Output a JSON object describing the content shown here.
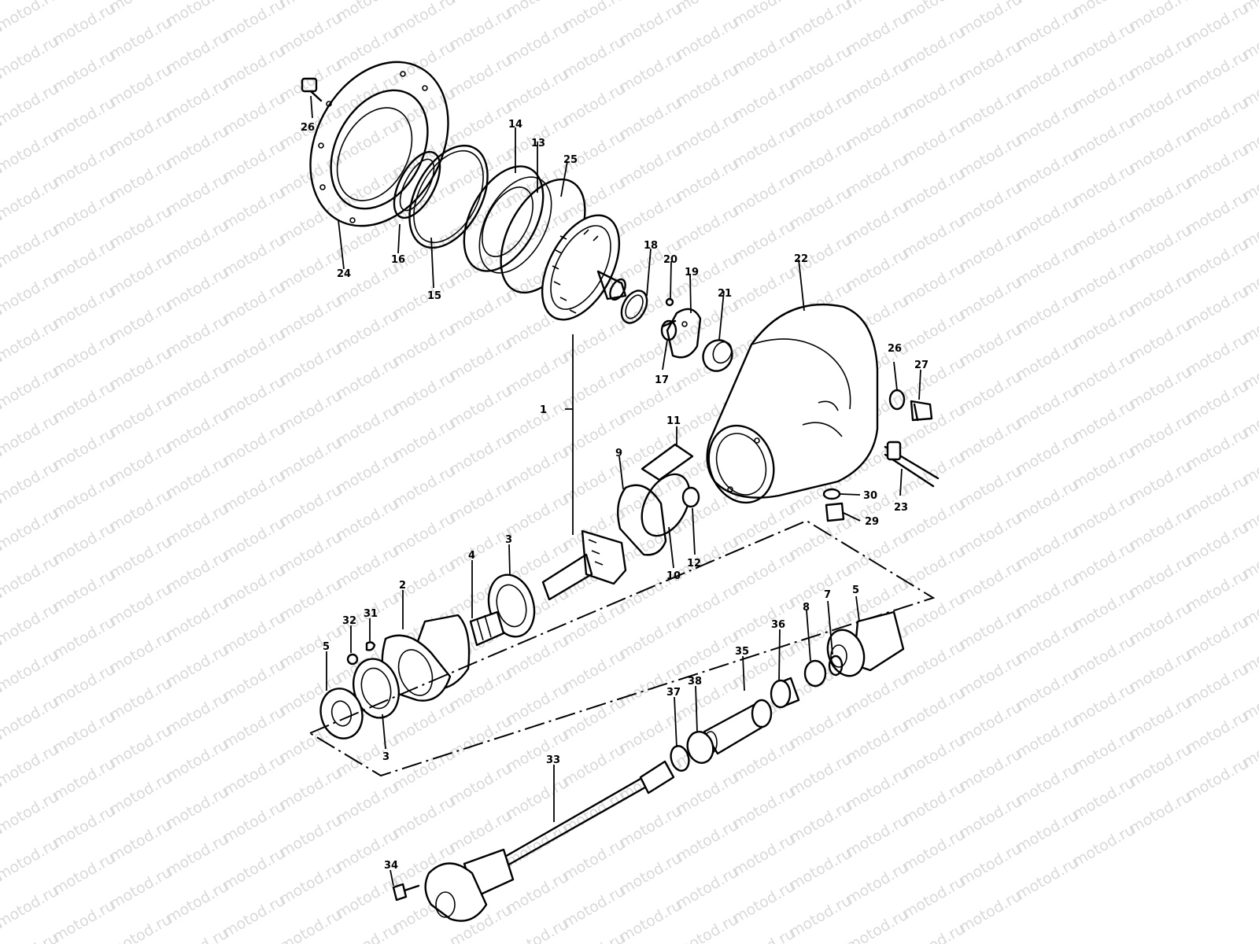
{
  "watermark": {
    "text": "motod.ru"
  },
  "callouts": {
    "c1": "1",
    "c2": "2",
    "c3a": "3",
    "c3b": "3",
    "c4": "4",
    "c5a": "5",
    "c5b": "5",
    "c7": "7",
    "c8": "8",
    "c9": "9",
    "c10": "10",
    "c11": "11",
    "c12": "12",
    "c13": "13",
    "c14": "14",
    "c15": "15",
    "c16": "16",
    "c17": "17",
    "c18": "18",
    "c19": "19",
    "c20": "20",
    "c21": "21",
    "c22": "22",
    "c23": "23",
    "c24": "24",
    "c25": "25",
    "c26a": "26",
    "c26b": "26",
    "c27": "27",
    "c29": "29",
    "c30": "30",
    "c31": "31",
    "c32": "32",
    "c33": "33",
    "c34": "34",
    "c35": "35",
    "c36": "36",
    "c37": "37",
    "c38": "38"
  }
}
